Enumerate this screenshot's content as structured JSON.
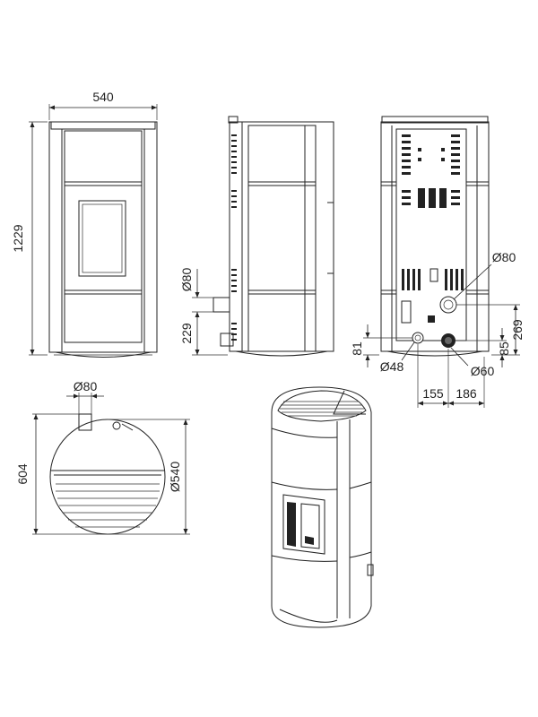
{
  "views": {
    "front": {
      "width_label": "540",
      "height_label": "1229"
    },
    "side": {
      "flue_diameter_label": "Ø80",
      "flue_height_label": "229"
    },
    "back": {
      "top_outlet_label": "Ø80",
      "outlet_height_label": "269",
      "small_outlet_label": "Ø48",
      "small_height_label": "81",
      "mid_outlet_label": "Ø60",
      "mid_height_label": "85",
      "offset_left_label": "155",
      "offset_right_label": "186"
    },
    "top": {
      "flue_diameter_label": "Ø80",
      "depth_label": "604",
      "diameter_label": "Ø540"
    }
  }
}
